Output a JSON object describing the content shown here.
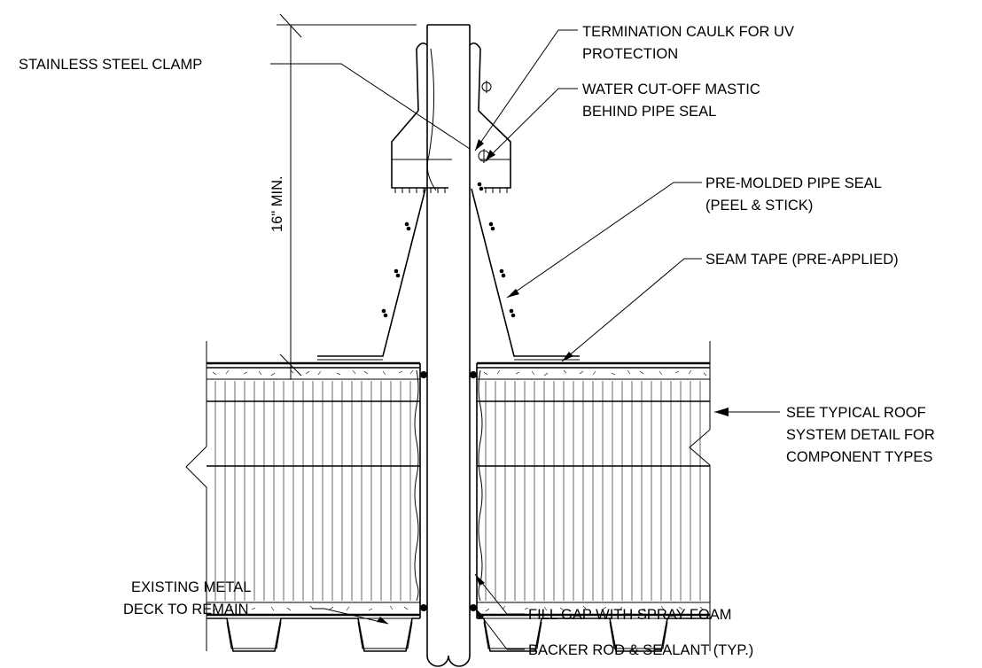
{
  "labels": {
    "stainless_clamp": "STAINLESS STEEL CLAMP",
    "termination_caulk_1": "TERMINATION CAULK FOR UV",
    "termination_caulk_2": "PROTECTION",
    "water_cutoff_1": "WATER CUT-OFF MASTIC",
    "water_cutoff_2": "BEHIND PIPE SEAL",
    "pipe_seal_1": "PRE-MOLDED PIPE SEAL",
    "pipe_seal_2": "(PEEL & STICK)",
    "seam_tape": "SEAM TAPE (PRE-APPLIED)",
    "typical_roof_1": "SEE TYPICAL ROOF",
    "typical_roof_2": "SYSTEM  DETAIL FOR",
    "typical_roof_3": "COMPONENT TYPES",
    "existing_deck_1": "EXISTING METAL",
    "existing_deck_2": "DECK TO REMAIN",
    "fill_gap": "FILL GAP WITH SPRAY FOAM",
    "backer_rod": "BACKER ROD & SEALANT (TYP.)",
    "dimension": "16\" MIN."
  }
}
